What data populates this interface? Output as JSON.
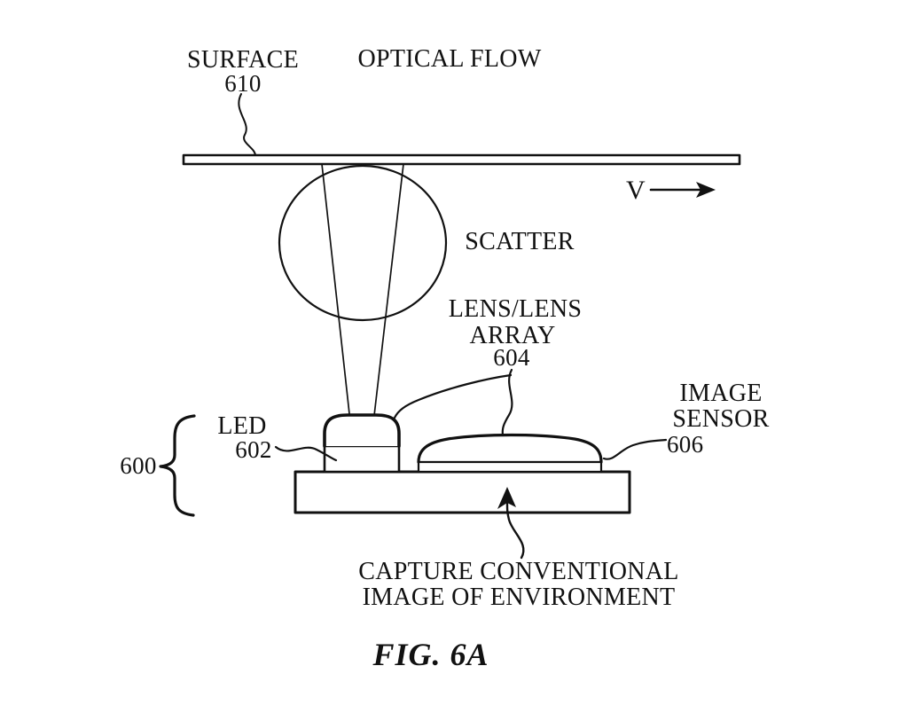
{
  "figure": {
    "caption": "FIG. 6A",
    "surface": {
      "label": "SURFACE",
      "ref": "610"
    },
    "optical_flow": {
      "label": "OPTICAL FLOW"
    },
    "velocity": {
      "label": "V"
    },
    "scatter": {
      "label": "SCATTER"
    },
    "lens_array": {
      "label_line1": "LENS/LENS",
      "label_line2": "ARRAY",
      "ref": "604"
    },
    "led": {
      "label": "LED",
      "ref": "602"
    },
    "image_sensor": {
      "label_line1": "IMAGE",
      "label_line2": "SENSOR",
      "ref": "606"
    },
    "module": {
      "ref": "600"
    },
    "capture_note": {
      "line1": "CAPTURE CONVENTIONAL",
      "line2": "IMAGE OF ENVIRONMENT"
    },
    "colors": {
      "ink": "#111111",
      "background": "#ffffff"
    }
  }
}
